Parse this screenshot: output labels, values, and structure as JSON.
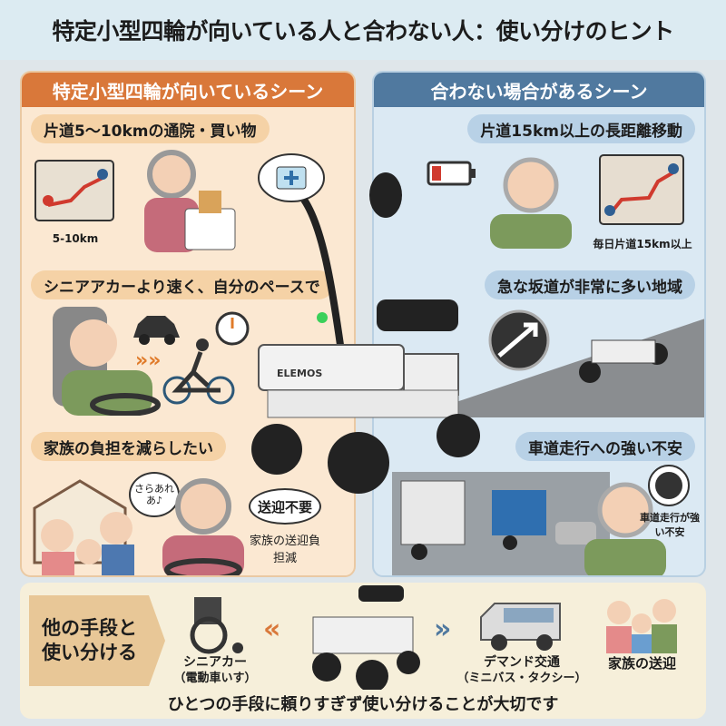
{
  "title": "特定小型四輪が向いている人と合わない人：使い分けのヒント",
  "left_panel": {
    "heading": "特定小型四輪が向いているシーン",
    "scenes": [
      {
        "label": "片道5〜10kmの通院・買い物",
        "caption": "5-10km",
        "icons": [
          "map-icon",
          "shopping-woman-icon",
          "first-aid-bubble-icon"
        ]
      },
      {
        "label": "シニアアカーより速く、自分のペースで",
        "icons": [
          "driving-man-icon",
          "car-icon",
          "stopwatch-icon",
          "cyclist-icon"
        ]
      },
      {
        "label": "家族の負担を減らしたい",
        "speech": "さらあれあ♪",
        "bubble": "送迎不要",
        "caption": "家族の送迎負担減"
      }
    ]
  },
  "right_panel": {
    "heading": "合わない場合があるシーン",
    "scenes": [
      {
        "label": "片道15km以上の長距離移動",
        "caption": "毎日片道15km以上",
        "icons": [
          "low-battery-icon",
          "tired-driver-icon",
          "map-icon"
        ]
      },
      {
        "label": "急な坂道が非常に多い地域",
        "icons": [
          "steep-slope-icon",
          "vehicle-on-slope-icon"
        ]
      },
      {
        "label": "車道走行への強い不安",
        "caption": "車道走行が強い不安",
        "icons": [
          "trucks-icon",
          "anxious-driver-icon",
          "worried-face-icon"
        ]
      }
    ]
  },
  "vehicle_brand": "ELEMOS",
  "bottom": {
    "label": "他の手段と使い分ける",
    "alternatives": [
      {
        "name": "シニアカー",
        "sub": "（電動車いす）",
        "icon": "wheelchair-icon"
      },
      {
        "name": "デマンド交通",
        "sub": "（ミニバス・タクシー）",
        "icon": "minibus-icon"
      },
      {
        "name": "家族の送迎",
        "icon": "family-icon"
      }
    ],
    "closing": "ひとつの手段に頼りすぎず使い分けることが大切です"
  },
  "colors": {
    "left_accent": "#d9783a",
    "right_accent": "#50799f",
    "route": "#d03a2e"
  }
}
